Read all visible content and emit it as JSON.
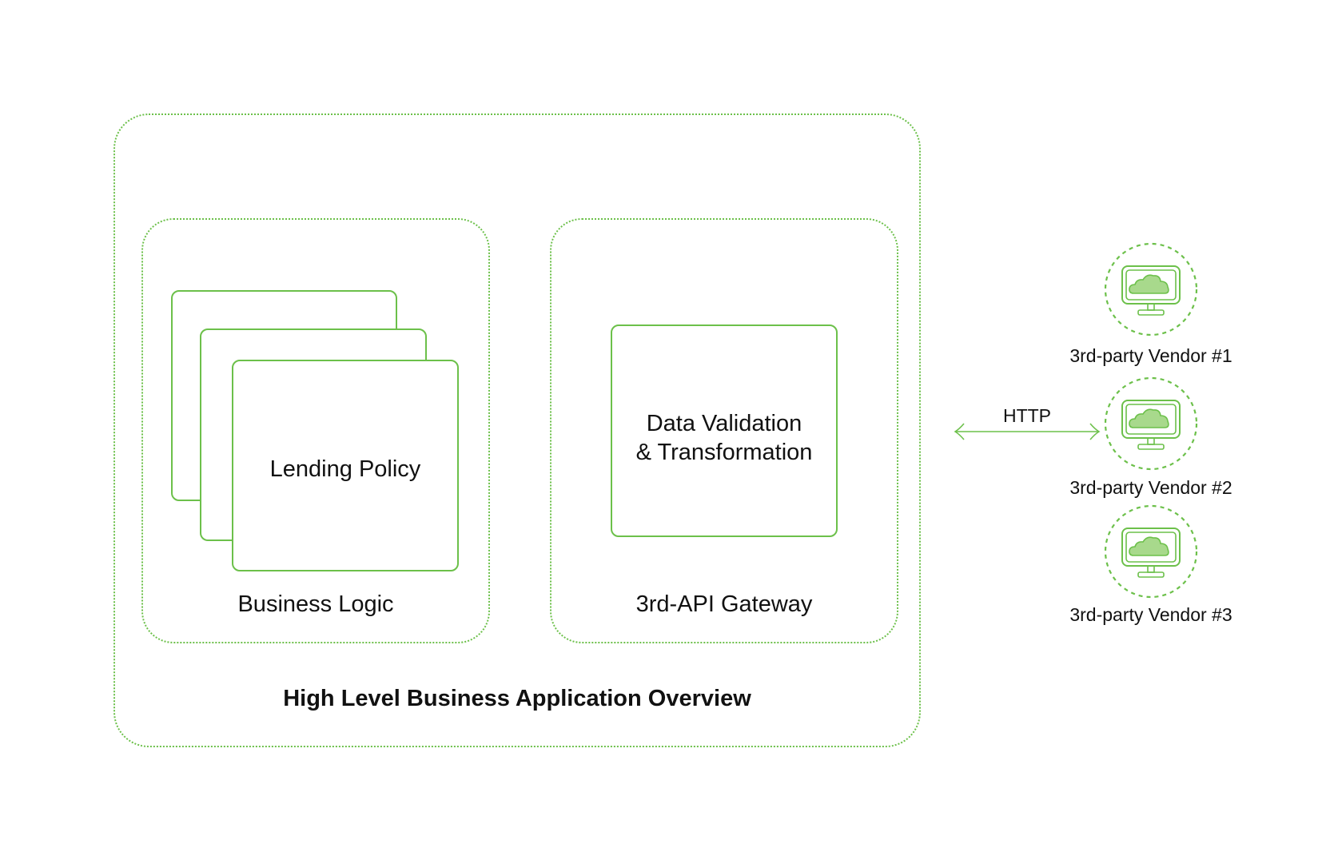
{
  "overview": {
    "title": "High Level Business Application Overview"
  },
  "business_logic": {
    "label": "Business Logic",
    "card_label": "Lending Policy"
  },
  "api_gateway": {
    "label": "3rd-API Gateway",
    "card_line1": "Data Validation",
    "card_line2": "& Transformation"
  },
  "connection": {
    "label": "HTTP"
  },
  "vendors": [
    {
      "label": "3rd-party Vendor #1",
      "icon": "cloud-monitor-icon"
    },
    {
      "label": "3rd-party Vendor #2",
      "icon": "cloud-monitor-icon"
    },
    {
      "label": "3rd-party Vendor #3",
      "icon": "cloud-monitor-icon"
    }
  ],
  "colors": {
    "accent": "#6cc04a",
    "text": "#111111"
  }
}
